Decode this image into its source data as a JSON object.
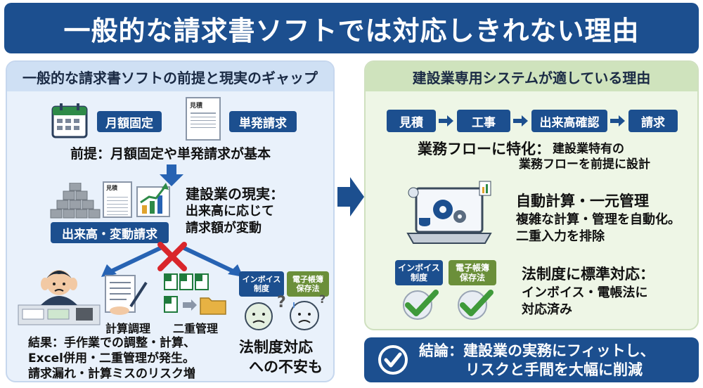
{
  "title": "一般的な請求書ソフトでは対応しきれない理由",
  "left": {
    "heading": "一般的な請求書ソフトの前提と現実のギャップ",
    "tag_monthly": "月額固定",
    "doc_label": "見積",
    "tag_single": "単発請求",
    "premise": "前提：月額固定や単発請求が基本",
    "doc_label_small": "見積",
    "tag_progress": "出来高・変動請求",
    "reality_title": "建設業の現実：",
    "reality_line1": "出来高に応じて",
    "reality_line2": "請求額が変動",
    "calc_label": "計算調理",
    "double_label": "二重管理",
    "tag_invoice_l1": "インボイス",
    "tag_invoice_l2": "制度",
    "tag_ebook_l1": "電子帳簿",
    "tag_ebook_l2": "保存法",
    "question": "?",
    "result_line1": "結果：手作業での調整・計算、",
    "result_line2": "Excel併用・二重管理が発生。",
    "result_line3": "請求漏れ・計算ミスのリスク増",
    "law_line1": "法制度対応",
    "law_line2": "への不安も"
  },
  "right": {
    "heading": "建設業専用システムが適している理由",
    "flow": [
      "見積",
      "工事",
      "出来高確認",
      "請求"
    ],
    "feature1_title": "業務フローに特化：",
    "feature1_line1": "建設業特有の",
    "feature1_line2": "業務フローを前提に設計",
    "feature2_title": "自動計算・一元管理",
    "feature2_line1": "複雑な計算・管理を自動化。",
    "feature2_line2": "二重入力を排除",
    "tag_invoice_l1": "インボイス",
    "tag_invoice_l2": "制度",
    "tag_ebook_l1": "電子帳簿",
    "tag_ebook_l2": "保存法",
    "feature3_title": "法制度に標準対応：",
    "feature3_line1": "インボイス・電帳法に",
    "feature3_line2": "対応済み"
  },
  "conclusion": {
    "line1": "結論：建設業の実務にフィットし、",
    "line2": "リスクと手間を大幅に削減"
  },
  "colors": {
    "navy": "#1c4f8f",
    "green_tag": "#6b8f3a",
    "check_green": "#3f9a3a",
    "cross_red": "#d9262b",
    "left_bg": "#e9f1fb",
    "right_bg": "#eef6e6"
  },
  "icons": [
    "calendar-icon",
    "document-icon",
    "gold-bars-icon",
    "invoice-icon",
    "growth-chart-icon",
    "stressed-person-icon",
    "calculation-sheet-icon",
    "excel-files-icon",
    "folder-icon",
    "worried-face-icon",
    "laptop-gears-icon",
    "check-icon",
    "arrow-right-icon",
    "cross-icon"
  ]
}
